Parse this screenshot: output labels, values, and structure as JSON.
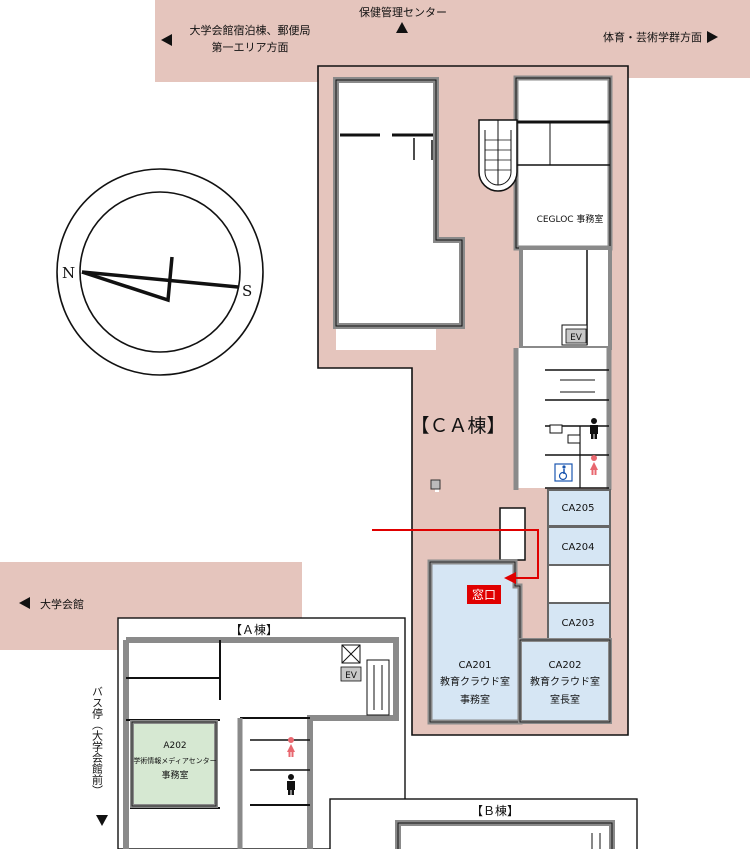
{
  "directions": {
    "north_top": "保健管理センター",
    "northwest_line1": "大学会館宿泊棟、郵便局",
    "northwest_line2": "第一エリア方面",
    "east": "体育・芸術学群方面",
    "west": "大学会館",
    "bus_stop_vertical": "バス停（大学会館前）"
  },
  "compass": {
    "north": "N",
    "south": "S"
  },
  "buildings": {
    "ca": "【ＣＡ棟】",
    "a": "【Ａ棟】",
    "b": "【Ｂ棟】"
  },
  "rooms": {
    "cegloc": "CEGLOC 事務室",
    "ev_ca": "EV",
    "ev_a": "EV",
    "ca205": "CA205",
    "ca204": "CA204",
    "ca203": "CA203",
    "ca201": {
      "line1": "CA201",
      "line2": "教育クラウド室",
      "line3": "事務室"
    },
    "ca202": {
      "line1": "CA202",
      "line2": "教育クラウド室",
      "line3": "室長室"
    },
    "a202": {
      "line1": "A202",
      "line2": "学術情報メディアセンター",
      "line3": "事務室"
    }
  },
  "window_label": "窓口",
  "colors": {
    "area_pink": "#e5c5bd",
    "room_blue": "#d6e6f4",
    "room_green": "#d6e8d2",
    "wall_gray": "#8a8a8a",
    "route_red": "#e00000",
    "female_red": "#e8676f",
    "accessible_blue": "#1a56b0"
  }
}
